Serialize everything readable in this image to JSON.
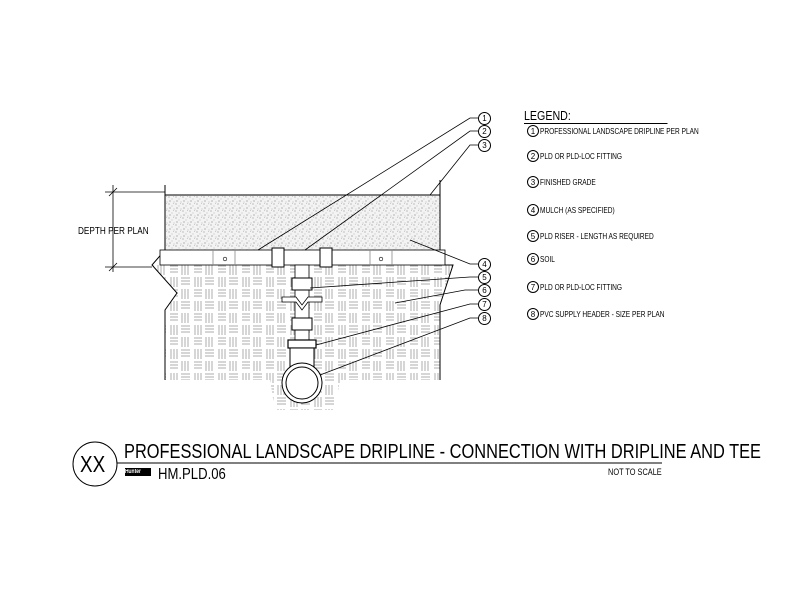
{
  "dimension_label": "DEPTH PER PLAN",
  "callouts": [
    "1",
    "2",
    "3",
    "4",
    "5",
    "6",
    "7",
    "8"
  ],
  "legend": {
    "title": "LEGEND:",
    "items": [
      {
        "num": "1",
        "text": "PROFESSIONAL LANDSCAPE DRIPLINE PER PLAN"
      },
      {
        "num": "2",
        "text": "PLD OR PLD-LOC FITTING"
      },
      {
        "num": "3",
        "text": "FINISHED GRADE"
      },
      {
        "num": "4",
        "text": "MULCH (AS SPECIFIED)"
      },
      {
        "num": "5",
        "text": "PLD RISER -  LENGTH AS REQUIRED"
      },
      {
        "num": "6",
        "text": "SOIL"
      },
      {
        "num": "7",
        "text": "PLD OR PLD-LOC FITTING"
      },
      {
        "num": "8",
        "text": "PVC SUPPLY HEADER - SIZE PER PLAN"
      }
    ]
  },
  "title_block": {
    "detail_id": "XX",
    "title": "PROFESSIONAL LANDSCAPE DRIPLINE - CONNECTION WITH DRIPLINE AND TEE",
    "brand": "Hunter",
    "drawing_number": "HM.PLD.06",
    "scale_note": "NOT TO SCALE"
  }
}
